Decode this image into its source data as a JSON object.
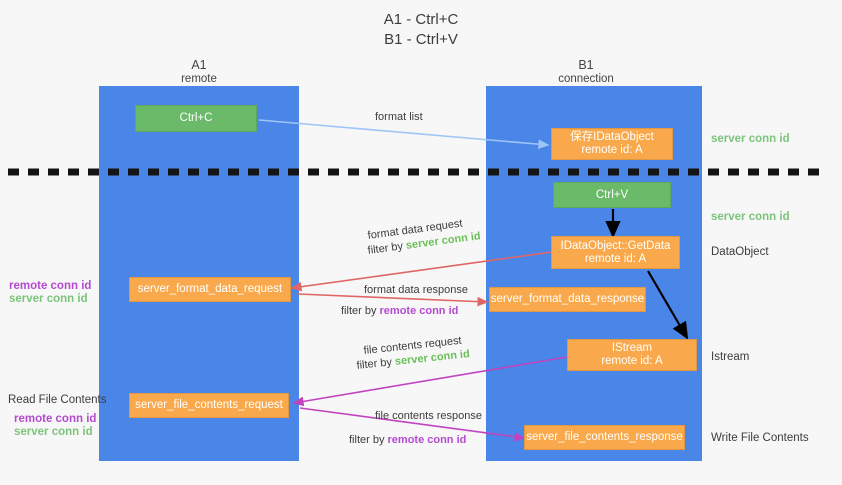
{
  "title": {
    "line1": "A1 - Ctrl+C",
    "line2": "B1 - Ctrl+V"
  },
  "columns": [
    {
      "name": "A1",
      "sub": "remote"
    },
    {
      "name": "B1",
      "sub": "connection"
    }
  ],
  "boxes": {
    "ctrl_c": "Ctrl+C",
    "ctrl_v": "Ctrl+V",
    "save_idataobject_l1": "保存IDataObject",
    "save_idataobject_l2": "remote id: A",
    "getdata_l1": "IDataObject::GetData",
    "getdata_l2": "remote id: A",
    "istream_l1": "IStream",
    "istream_l2": "remote id: A",
    "server_format_data_request": "server_format_data_request",
    "server_format_data_response": "server_format_data_response",
    "server_file_contents_request": "server_file_contents_request",
    "server_file_contents_response": "server_file_contents_response"
  },
  "annotations": {
    "format_list": "format list",
    "format_data_request": "format data request",
    "format_data_request_filter_pre": "filter by ",
    "format_data_request_filter_key": "server conn id",
    "format_data_response": "format data response",
    "format_data_response_filter_pre": "filter by ",
    "format_data_response_filter_key": "remote conn id",
    "file_contents_request": "file contents request",
    "file_contents_request_filter_pre": "filter by ",
    "file_contents_request_filter_key": "server conn id",
    "file_contents_response": "file contents response",
    "file_contents_response_filter_pre": "filter by ",
    "file_contents_response_filter_key": "remote conn id"
  },
  "side_labels": {
    "right_server_conn_id_top": "server conn id",
    "right_server_conn_id_mid": "server conn id",
    "right_dataobject": "DataObject",
    "right_istream": "Istream",
    "right_write_file_contents": "Write File Contents",
    "left_remote_conn_id_1": "remote conn id",
    "left_server_conn_id_1": "server conn id",
    "left_read_file_contents": "Read File Contents",
    "left_remote_conn_id_2": "remote conn id",
    "left_server_conn_id_2": "server conn id"
  },
  "colors": {
    "lane": "#4a86e8",
    "orange": "#f9a94b",
    "green_box": "#6aba6a",
    "green_text": "#7cc47c",
    "purple_text": "#b44bd0",
    "arrow_blue": "#9fc5f8",
    "arrow_red": "#e06666",
    "arrow_magenta": "#c043c0",
    "arrow_black": "#000000",
    "background": "#f7f7f7"
  }
}
